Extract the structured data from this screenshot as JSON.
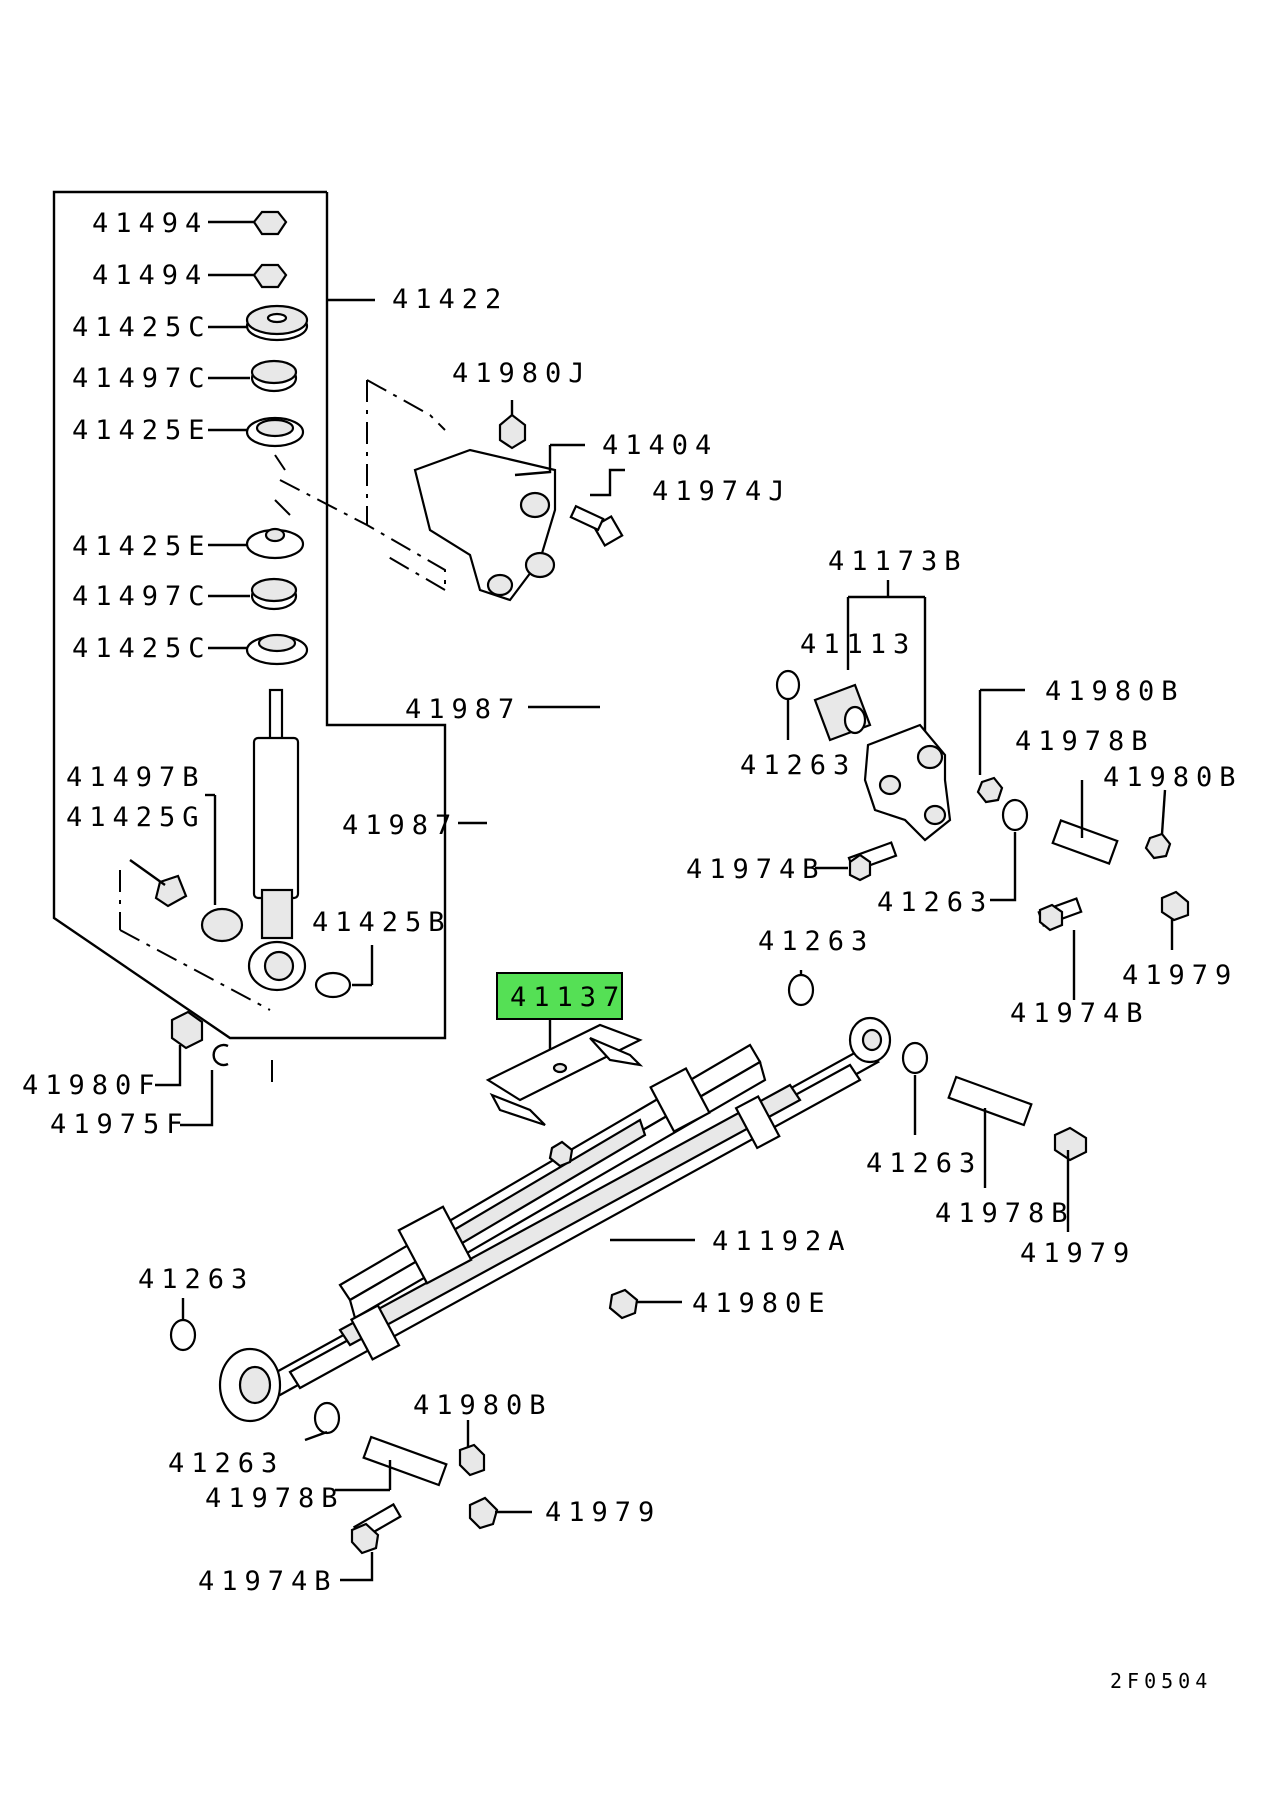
{
  "diagram_id": "2F0504",
  "highlight_color": "#55e055",
  "labels": {
    "l41494a": "41494",
    "l41494b": "41494",
    "l41425c_top": "41425C",
    "l41497c_top": "41497C",
    "l41425e_top": "41425E",
    "l41422": "41422",
    "l41980j": "41980J",
    "l41404": "41404",
    "l41974j": "41974J",
    "l41425e_mid": "41425E",
    "l41497c_mid": "41497C",
    "l41425c_mid": "41425C",
    "l41173b": "41173B",
    "l41113": "41113",
    "l41980b_r1": "41980B",
    "l41263_r1": "41263",
    "l41978b_r": "41978B",
    "l41980b_r2": "41980B",
    "l41987_a": "41987",
    "l41987_b": "41987",
    "l41497b": "41497B",
    "l41425g": "41425G",
    "l41974b_r1": "41974B",
    "l41263_r2": "41263",
    "l41425b": "41425B",
    "l41263_c": "41263",
    "l41979_r": "41979",
    "l41974b_r2": "41974B",
    "l41137": "41137",
    "l41980f": "41980F",
    "l41975f": "41975F",
    "l41263_r3": "41263",
    "l41978b_m": "41978B",
    "l41192a": "41192A",
    "l41979_m": "41979",
    "l41263_l": "41263",
    "l41980e": "41980E",
    "l41980b_b": "41980B",
    "l41263_b": "41263",
    "l41978b_b": "41978B",
    "l41979_b": "41979",
    "l41974b_b": "41974B"
  }
}
